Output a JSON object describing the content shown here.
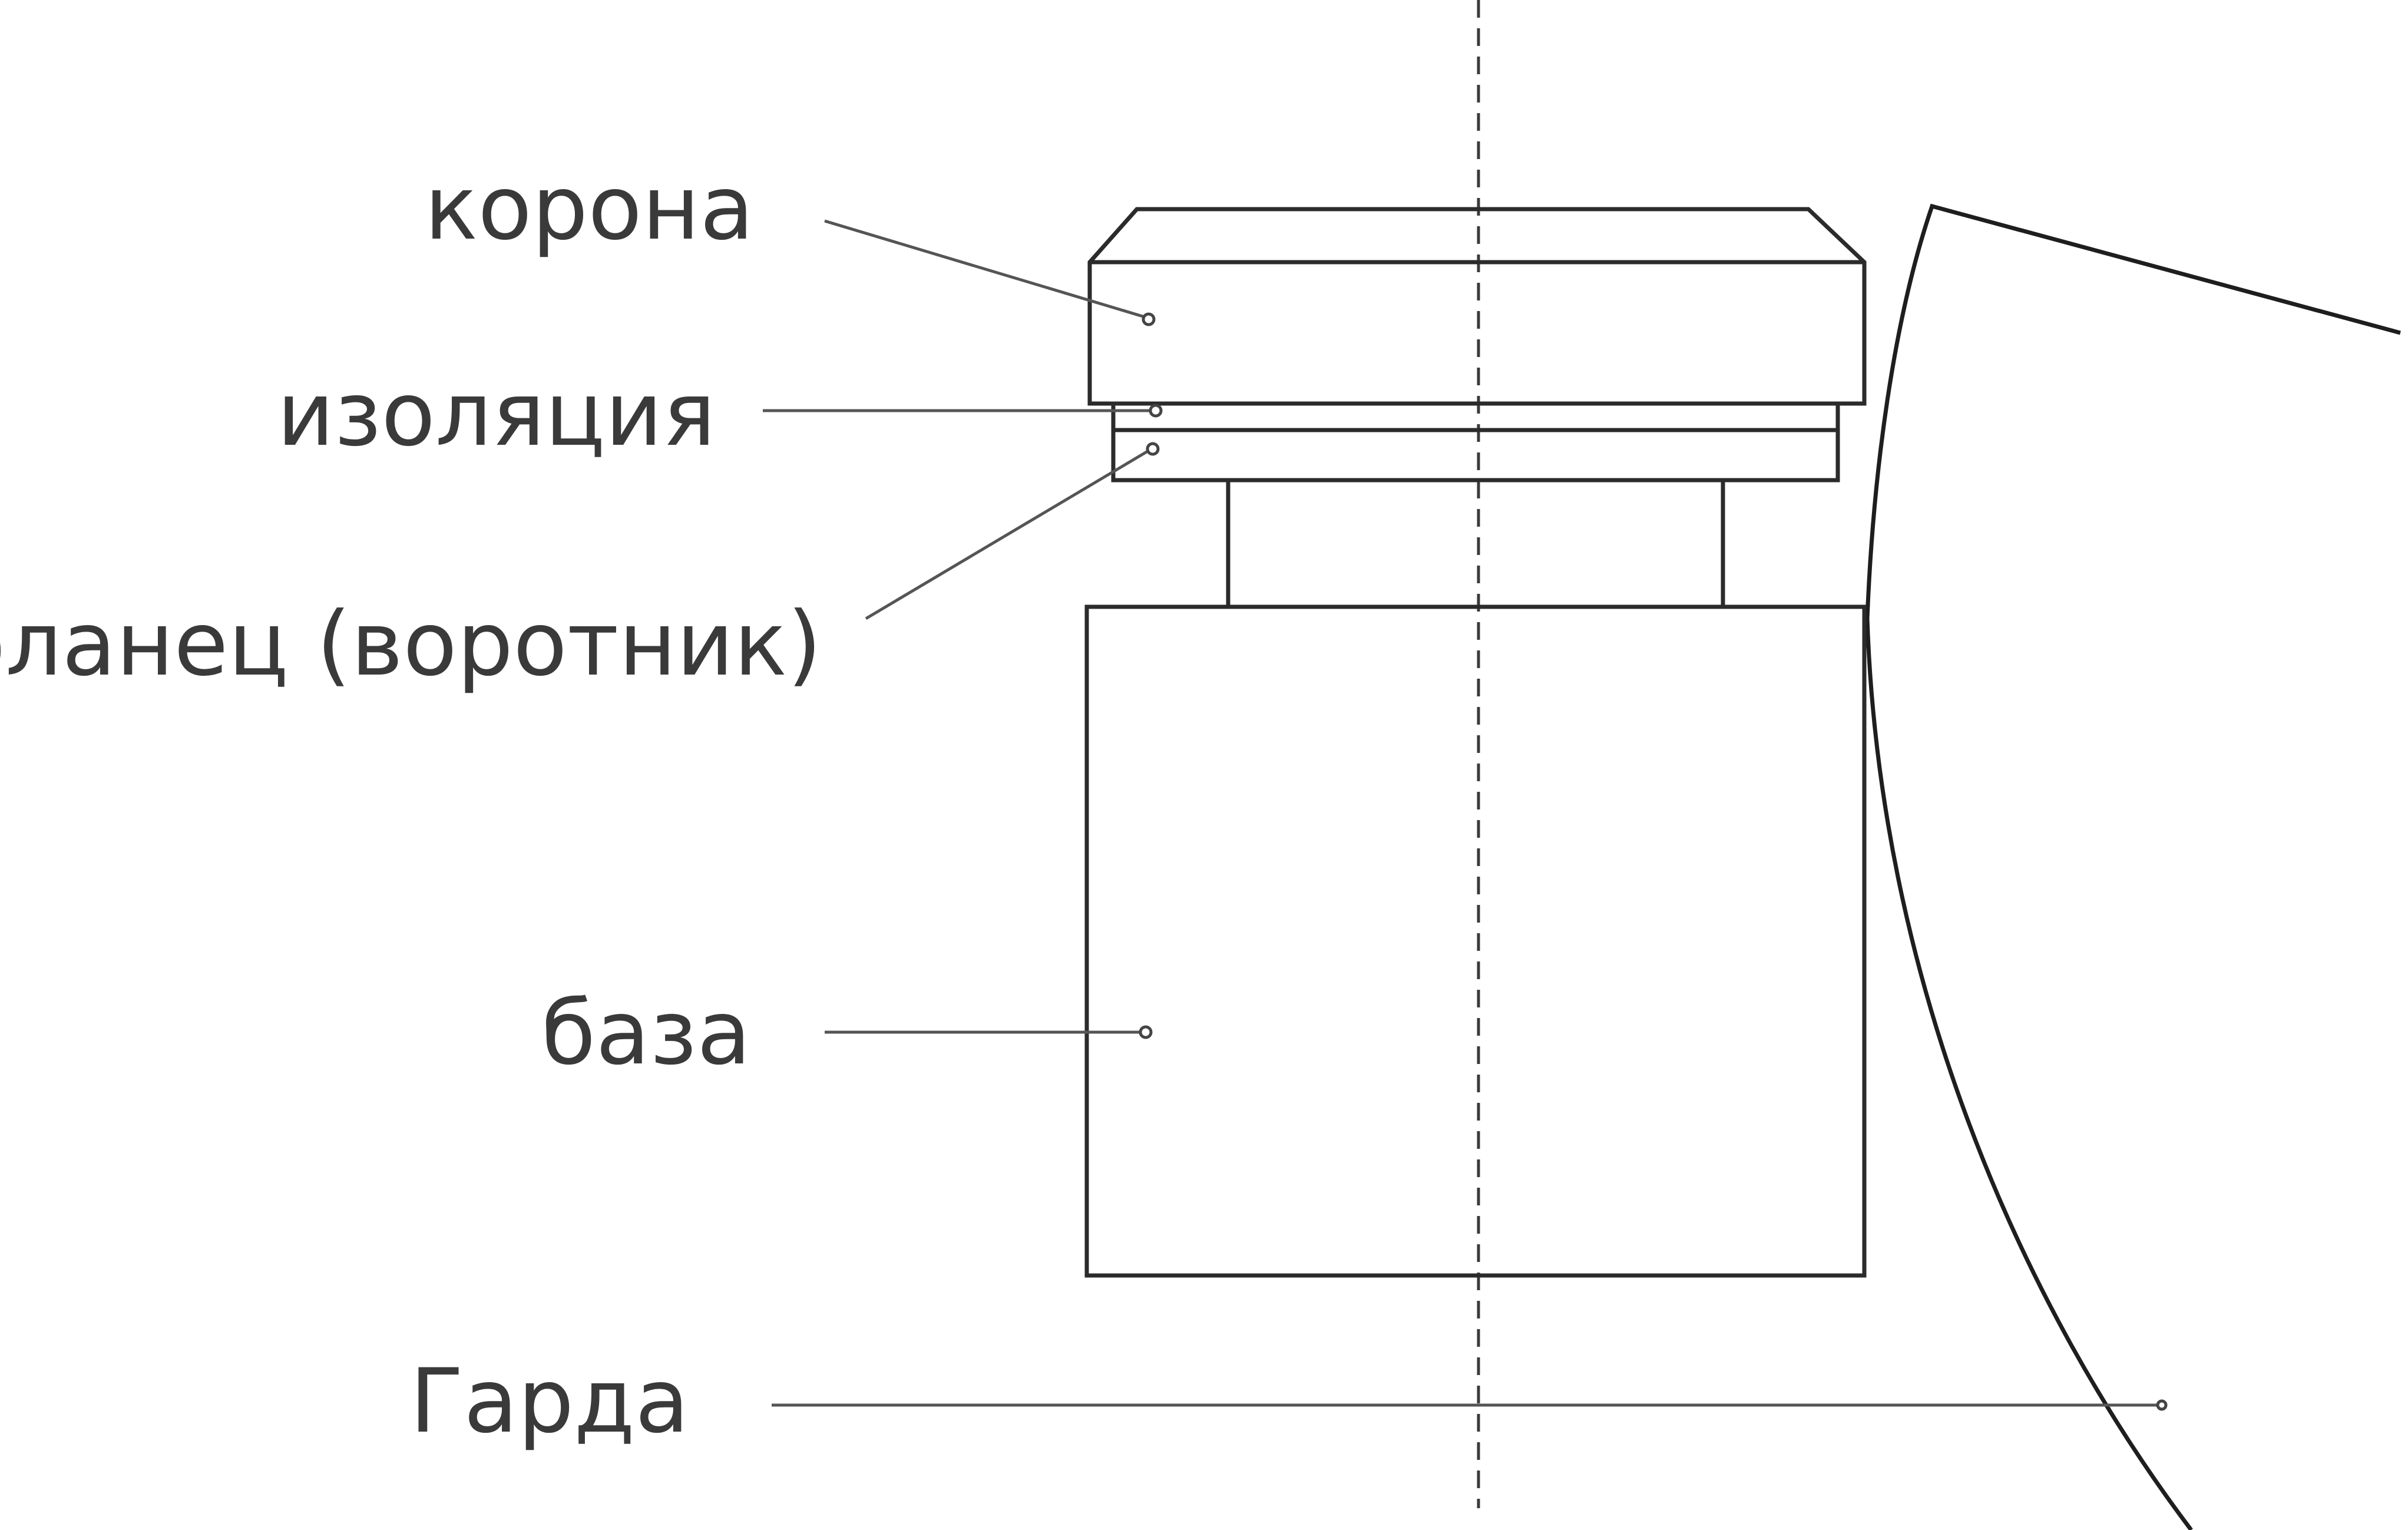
{
  "labels": {
    "crown": "корона",
    "insulation": "изоляция",
    "flange": "фланец (воротник)",
    "base": "база",
    "guard": "Гарда"
  },
  "colors": {
    "background": "#ffffff",
    "line": "#2b2b2b",
    "text": "#3a3a3a"
  }
}
